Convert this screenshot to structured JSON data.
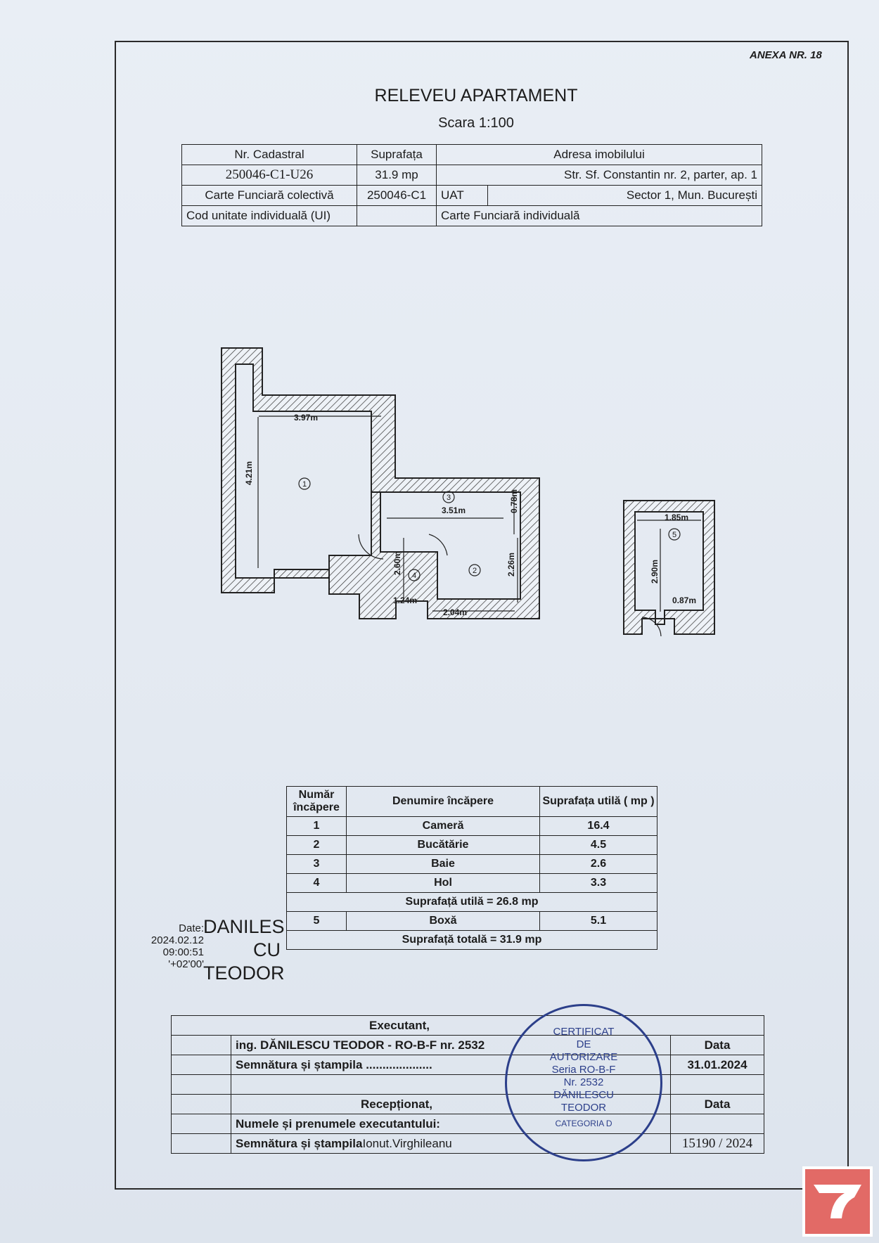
{
  "header": {
    "annex": "ANEXA NR. 18",
    "title": "RELEVEU APARTAMENT",
    "scale": "Scara 1:100"
  },
  "cadastral": {
    "nr_cadastral_label": "Nr. Cadastral",
    "nr_cadastral": "250046-C1-U26",
    "suprafata_label": "Suprafața",
    "suprafata": "31.9 mp",
    "adresa_label": "Adresa imobilului",
    "adresa": "Str. Sf. Constantin nr. 2, parter, ap. 1",
    "cf_colectiva_label": "Carte Funciară colectivă",
    "cf_colectiva": "250046-C1",
    "uat_label": "UAT",
    "uat": "Sector 1, Mun. București",
    "cod_ui_label": "Cod unitate individuală (UI)",
    "cf_individuala_label": "Carte Funciară individuală"
  },
  "plan": {
    "dims": [
      "3.97m",
      "4.21m",
      "3.51m",
      "0.78m",
      "2.26m",
      "2.60m",
      "1.24m",
      "2.04m",
      "1.85m",
      "2.90m",
      "0.87m"
    ],
    "room_markers": [
      "1",
      "2",
      "3",
      "4",
      "5"
    ]
  },
  "rooms_table": {
    "headers": [
      "Număr încăpere",
      "Denumire încăpere",
      "Suprafața utilă ( mp )"
    ],
    "rows": [
      {
        "nr": "1",
        "name": "Cameră",
        "area": "16.4"
      },
      {
        "nr": "2",
        "name": "Bucătărie",
        "area": "4.5"
      },
      {
        "nr": "3",
        "name": "Baie",
        "area": "2.6"
      },
      {
        "nr": "4",
        "name": "Hol",
        "area": "3.3"
      }
    ],
    "util_total": "Suprafață utilă = 26.8 mp",
    "box_row": {
      "nr": "5",
      "name": "Boxă",
      "area": "5.1"
    },
    "grand_total": "Suprafață totală = 31.9 mp"
  },
  "digital_signature": {
    "date_label": "Date:",
    "date": "2024.02.12",
    "time": "09:00:51",
    "tz": "'+02'00'",
    "name_lines": [
      "DANILES",
      "CU",
      "TEODOR"
    ]
  },
  "executant": {
    "heading": "Executant,",
    "engineer": "ing. DĂNILESCU TEODOR - RO-B-F nr. 2532",
    "sign_label": "Semnătura și ștampila",
    "dotted": "....................",
    "data_label": "Data",
    "date": "31.01.2024",
    "receptionat": "Recepționat,",
    "name_label": "Numele și prenumele executantului:",
    "sign_label2": "Semnătura și ștampila",
    "receiver": "Ionut.Virghileanu",
    "data_label2": "Data",
    "number": "15190 / 2024"
  },
  "stamp": {
    "lines": [
      "CERTIFICAT",
      "DE",
      "AUTORIZARE",
      "Seria RO-B-F",
      "Nr. 2532",
      "DĂNILESCU",
      "TEODOR",
      "CATEGORIA D"
    ]
  }
}
